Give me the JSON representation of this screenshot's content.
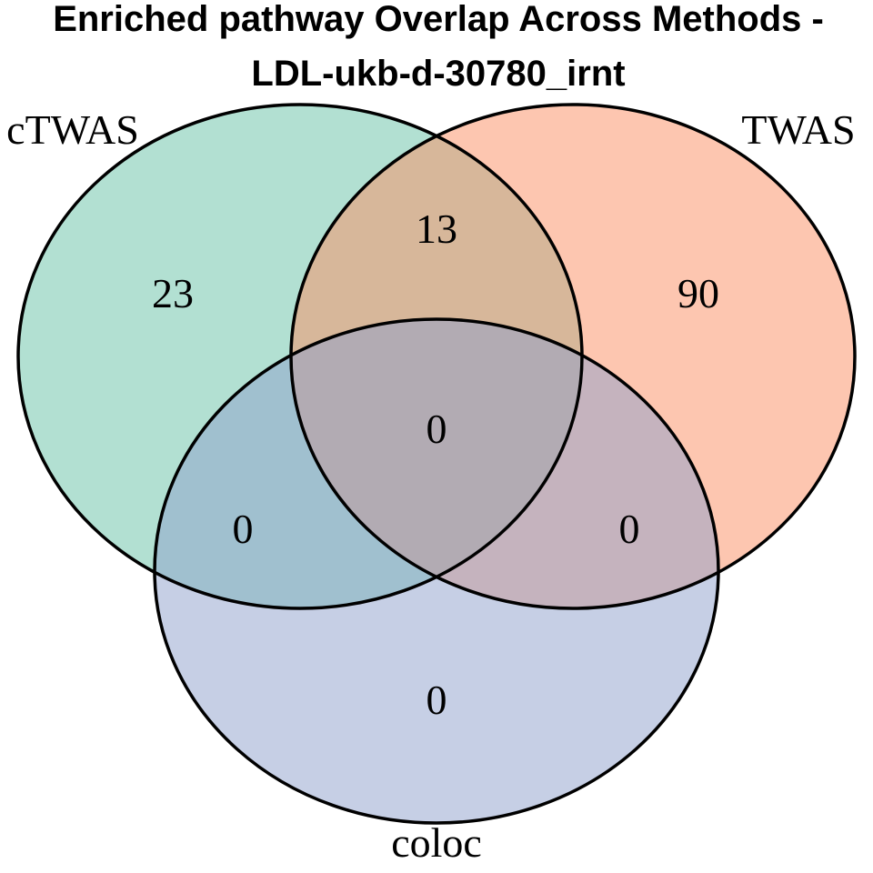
{
  "title": {
    "line1": "Enriched pathway Overlap Across Methods -",
    "line2": "LDL-ukb-d-30780_irnt"
  },
  "sets": [
    {
      "key": "ctwas",
      "label": "cTWAS",
      "color": "#66c2a5"
    },
    {
      "key": "twas",
      "label": "TWAS",
      "color": "#fc8d62"
    },
    {
      "key": "coloc",
      "label": "coloc",
      "color": "#8da0cb"
    }
  ],
  "regions": {
    "ctwas_only": "23",
    "twas_only": "90",
    "coloc_only": "0",
    "ctwas_twas": "13",
    "ctwas_coloc": "0",
    "twas_coloc": "0",
    "all_three": "0"
  },
  "fill_opacity": 0.5
}
